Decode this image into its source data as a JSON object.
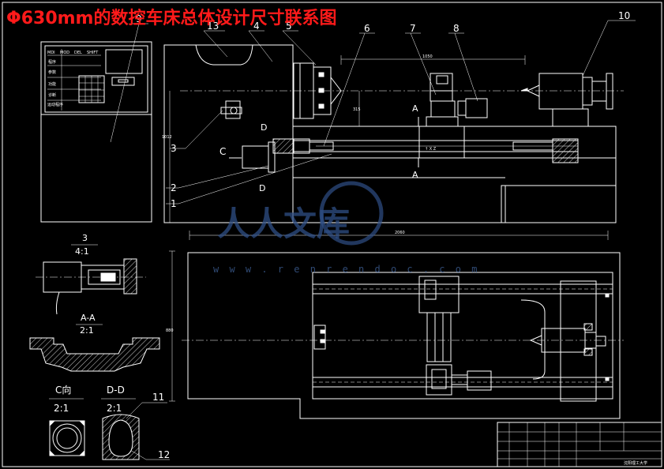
{
  "title": "Φ630mm的数控车床总体设计尺寸联系图",
  "watermark": {
    "text": "人人文库",
    "url": "w w w . r e n r e n d o c . c o m"
  },
  "balloons": [
    "1",
    "2",
    "3",
    "4",
    "5",
    "6",
    "7",
    "8",
    "9",
    "10",
    "11",
    "12",
    "13"
  ],
  "views": {
    "detail3": {
      "label": "3",
      "scale": "4:1"
    },
    "sectionAA": {
      "label": "A-A",
      "scale": "2:1"
    },
    "viewC": {
      "label": "C向",
      "scale": "2:1"
    },
    "sectionDD": {
      "label": "D-D",
      "scale": "2:1"
    }
  },
  "section_marks": {
    "A": "A",
    "C": "C",
    "D": "D"
  },
  "control_panel": {
    "tabs": [
      "MDI",
      "MOD",
      "DEL",
      "SHIFT"
    ],
    "rows": [
      "程序",
      "参数",
      "功能",
      "诊断",
      "运动程序"
    ]
  },
  "dimensions": {
    "top_len": "1050",
    "total_len": "2060",
    "height": "1012",
    "bed_width": "880",
    "carriage": "315"
  },
  "title_block": {
    "school": "沈阳理工大学"
  },
  "colors": {
    "title": "#ff1a1a",
    "line": "#ffffff",
    "background": "#000000",
    "watermark": "#2f4f86"
  }
}
